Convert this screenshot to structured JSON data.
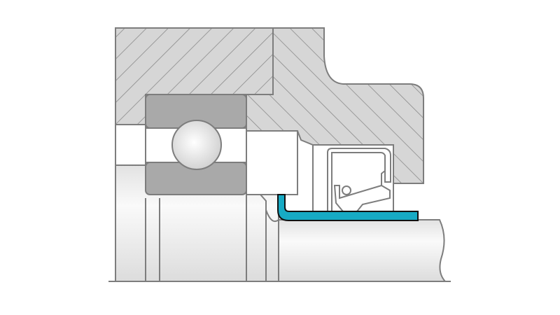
{
  "diagram": {
    "parts": [
      "housing",
      "bearing-outer-ring",
      "bearing-inner-ring",
      "ball",
      "shaft",
      "seal",
      "sleeve"
    ],
    "colors": {
      "background": "#ffffff",
      "outline": "#7d7d7d",
      "housing_fill": "#d6d6d6",
      "hatch": "#8a8a8a",
      "ring_fill": "#a9a9a9",
      "shaft_fill": "#ececec",
      "sleeve_fill": "#17aac4",
      "sleeve_outline": "#111111"
    }
  }
}
